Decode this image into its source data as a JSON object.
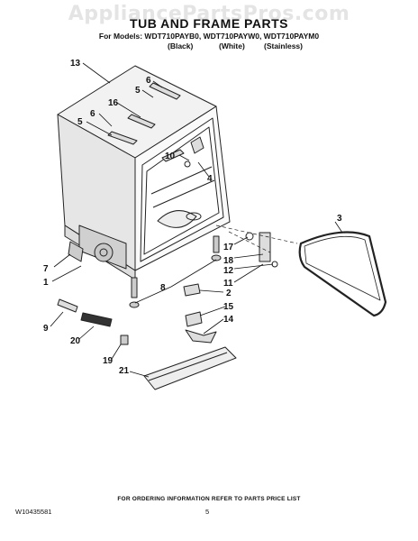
{
  "watermark": "AppliancePartsPros.com",
  "title": "TUB AND FRAME PARTS",
  "models_line": "For Models: WDT710PAYB0, WDT710PAYW0, WDT710PAYM0",
  "variants": [
    "(Black)",
    "(White)",
    "(Stainless)"
  ],
  "callouts": [
    "13",
    "6",
    "5",
    "16",
    "6",
    "5",
    "10",
    "4",
    "3",
    "7",
    "1",
    "17",
    "18",
    "12",
    "11",
    "8",
    "2",
    "15",
    "14",
    "9",
    "20",
    "19",
    "21"
  ],
  "footer": "FOR ORDERING INFORMATION REFER TO PARTS PRICE LIST",
  "doc_number": "W10435581",
  "page_number": "5"
}
